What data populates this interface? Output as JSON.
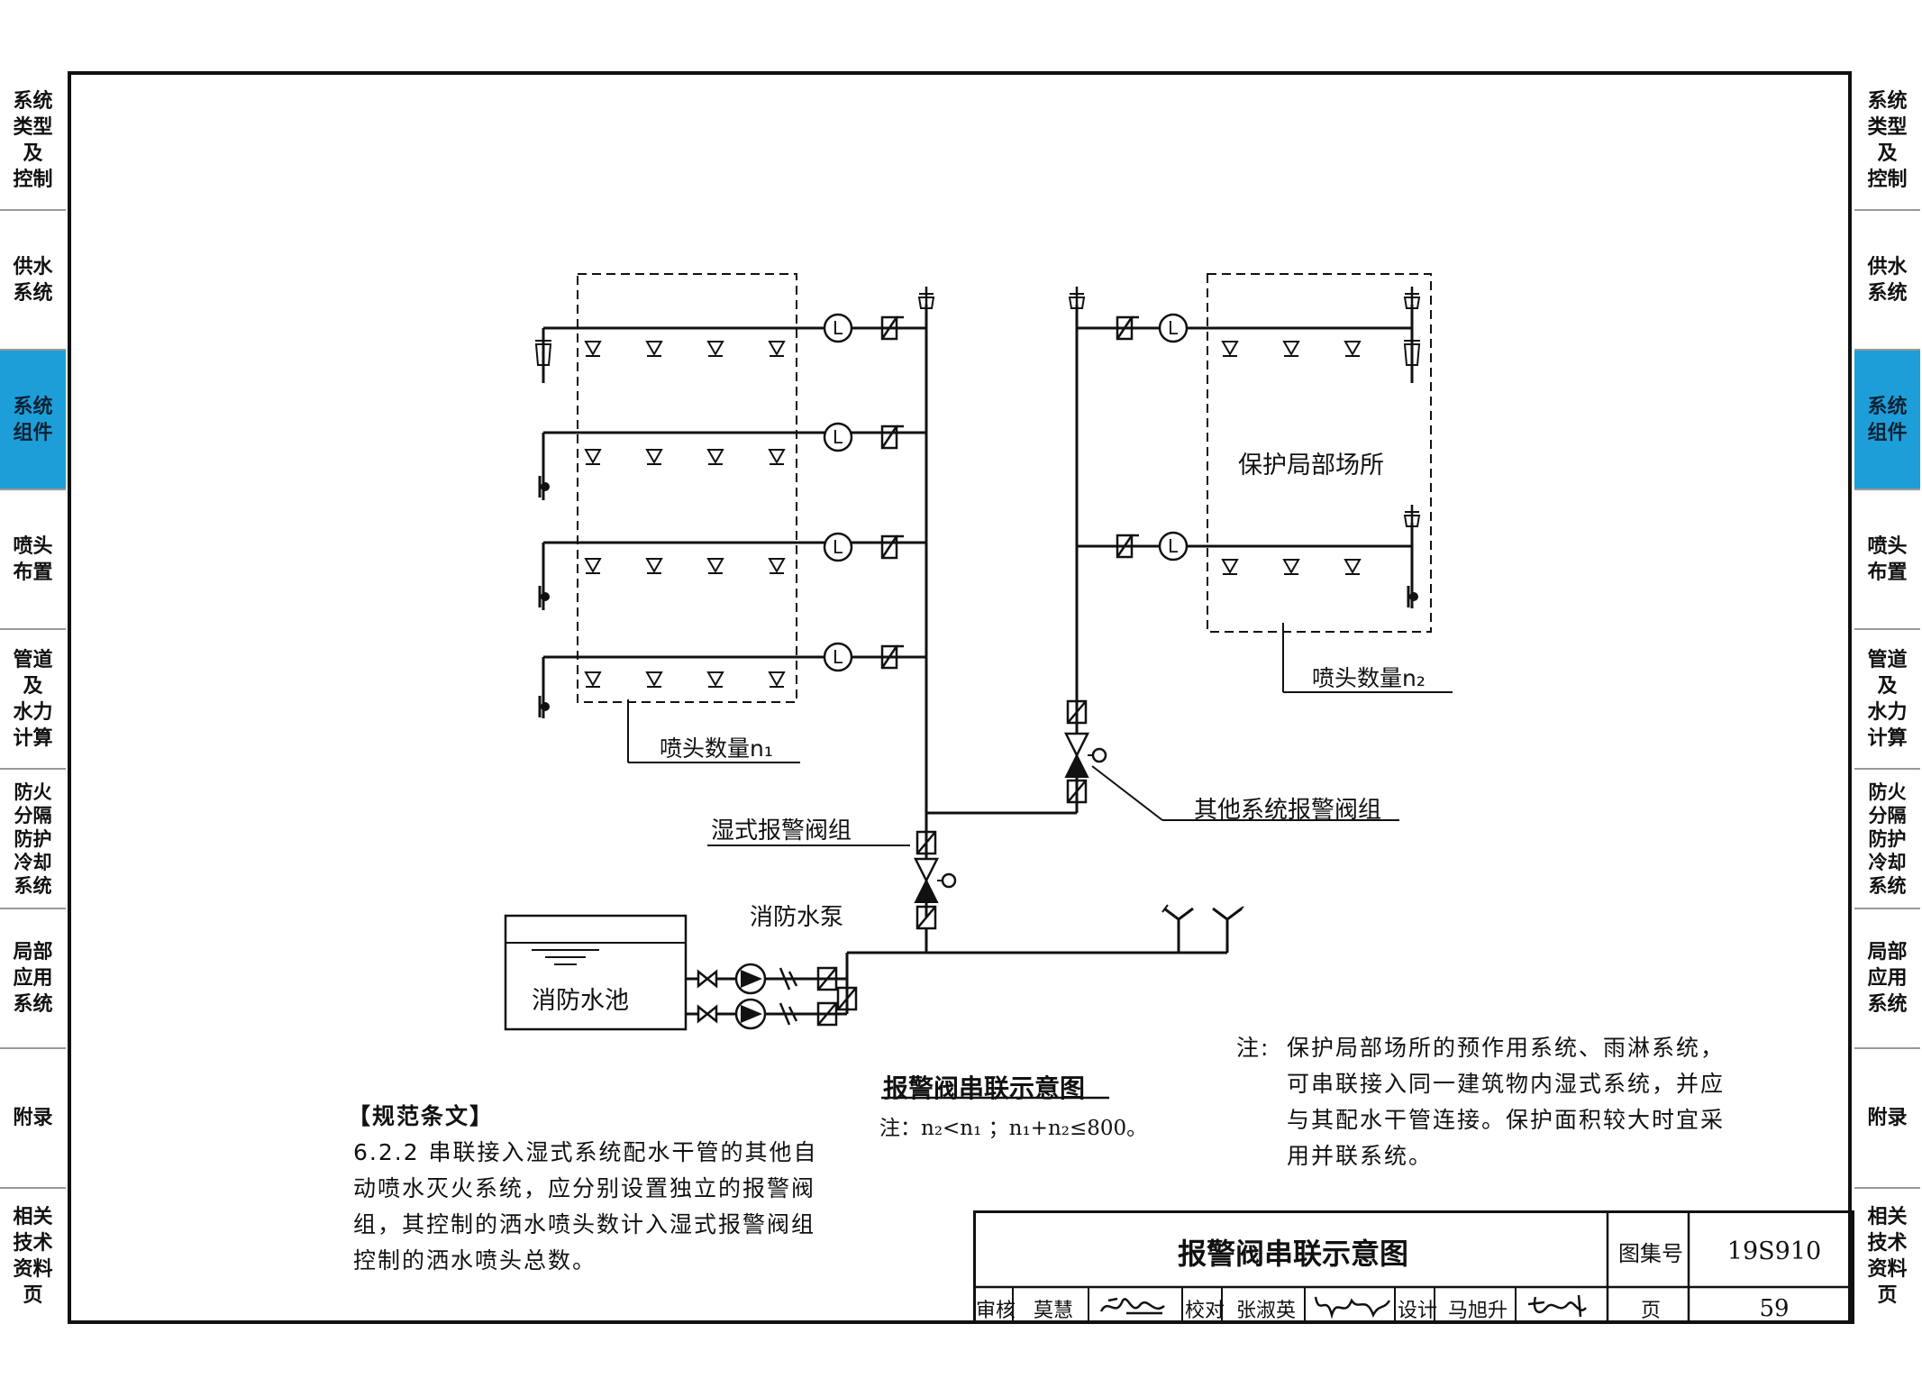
{
  "side_tabs": [
    {
      "label": "系统\n类型\n及\n控制",
      "active": false
    },
    {
      "label": "供水\n系统",
      "active": false
    },
    {
      "label": "系统\n组件",
      "active": true
    },
    {
      "label": "喷头\n布置",
      "active": false
    },
    {
      "label": "管道\n及\n水力\n计算",
      "active": false
    },
    {
      "label": "防火\n分隔\n防护\n冷却\n系统",
      "active": false
    },
    {
      "label": "局部\n应用\n系统",
      "active": false
    },
    {
      "label": "附录",
      "active": false
    },
    {
      "label": "相关\n技术\n资料\n页",
      "active": false
    }
  ],
  "diagram": {
    "protected_area_label": "保护局部场所",
    "n1_label": "喷头数量n₁",
    "n2_label": "喷头数量n₂",
    "wet_alarm_valve_label": "湿式报警阀组",
    "other_alarm_valve_label": "其他系统报警阀组",
    "pump_label": "消防水泵",
    "tank_label": "消防水池",
    "l_symbol": "L"
  },
  "caption": {
    "title": "报警阀串联示意图",
    "note": "注：n₂<n₁ ；n₁+n₂≤800。"
  },
  "right_note": {
    "prefix": "注:",
    "lines": [
      "保护局部场所的预作用系统、雨淋系统，",
      "可串联接入同一建筑物内湿式系统，并应",
      "与其配水干管连接。保护面积较大时宜采",
      "用并联系统。"
    ]
  },
  "spec": {
    "heading": "【规范条文】",
    "lines": [
      "6.2.2 串联接入湿式系统配水干管的其他自",
      "动喷水灭火系统，应分别设置独立的报警阀",
      "组，其控制的洒水喷头数计入湿式报警阀组",
      "控制的洒水喷头总数。"
    ]
  },
  "title_block": {
    "title": "报警阀串联示意图",
    "atlas_label": "图集号",
    "atlas_no": "19S910",
    "page_label": "页",
    "page_no": "59",
    "review_label": "审核",
    "reviewer": "莫慧",
    "check_label": "校对",
    "checker": "张淑英",
    "design_label": "设计",
    "designer": "马旭升"
  }
}
